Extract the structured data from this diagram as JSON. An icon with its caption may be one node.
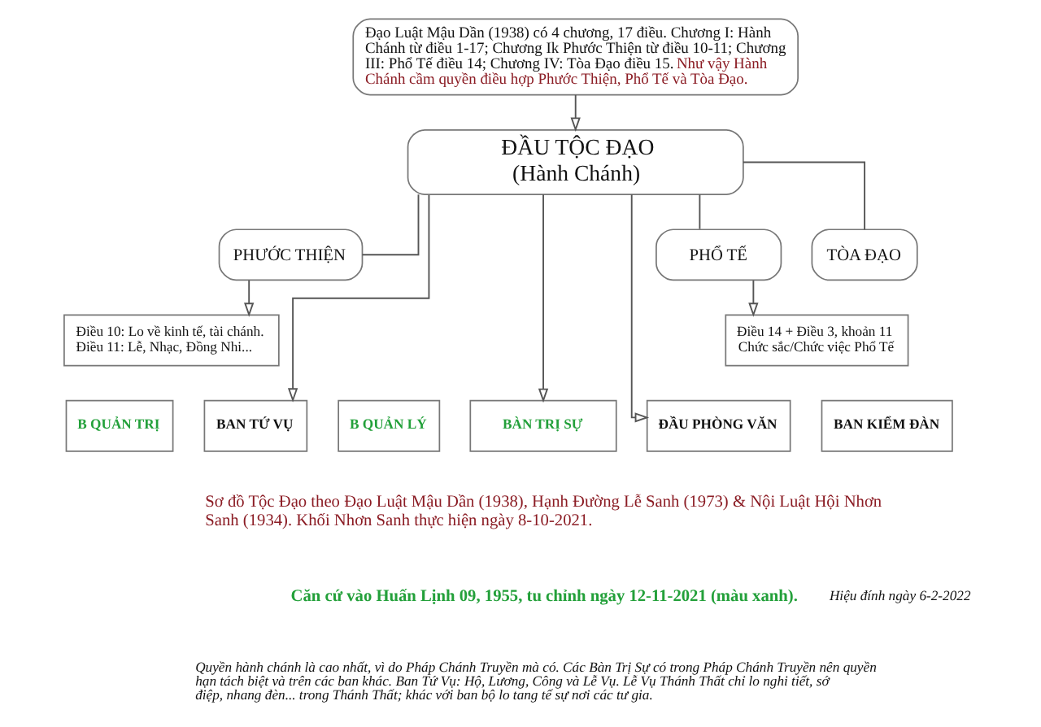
{
  "diagram": {
    "nodes": [
      {
        "text": [
          "Đạo Luật Mậu Dần (1938) có 4 chương, 17 điều. Chương I: Hành Chánh từ điều 1-17; Chương Ik Phước Thiện từ điều 10-11; Chương III: Phổ Tế điều 14; Chương IV: Tòa Đạo điều 15.",
          "Như vậy Hành Chánh cầm quyền điều hợp Phước Thiện, Phổ Tế và Tòa Đạo."
        ]
      },
      {
        "text": [
          "ĐẦU TỘC ĐẠO",
          "(Hành Chánh)"
        ]
      },
      {
        "text": [
          "PHƯỚC THIỆN"
        ]
      },
      {
        "text": [
          "PHỔ TẾ"
        ]
      },
      {
        "text": [
          "TÒA ĐẠO"
        ]
      },
      {
        "text": [
          "Điều 10: Lo về kinh tế, tài chánh.",
          "Điều 11: Lễ, Nhạc, Đồng Nhi..."
        ]
      },
      {
        "text": [
          "Điều 14 + Điều 3, khoản 11",
          "Chức sắc/Chức việc Phổ Tế"
        ]
      },
      {
        "text": [
          "B QUẢN TRỊ"
        ]
      },
      {
        "text": [
          "BAN TỨ VỤ"
        ]
      },
      {
        "text": [
          "B QUẢN LÝ"
        ]
      },
      {
        "text": [
          "BÀN TRỊ SỰ"
        ]
      },
      {
        "text": [
          "ĐẦU PHÒNG VĂN"
        ]
      },
      {
        "text": [
          "BAN KIỂM ĐÀN"
        ]
      }
    ],
    "edges": [
      {
        "from": 0,
        "to": 1,
        "arrow": "to"
      },
      {
        "from": 1,
        "to": 2,
        "arrow": "none"
      },
      {
        "from": 1,
        "to": 3,
        "arrow": "none"
      },
      {
        "from": 1,
        "to": 4,
        "arrow": "none"
      },
      {
        "from": 2,
        "to": 5,
        "arrow": "to"
      },
      {
        "from": 3,
        "to": 6,
        "arrow": "to"
      },
      {
        "from": 1,
        "to": 8,
        "arrow": "to"
      },
      {
        "from": 1,
        "to": 10,
        "arrow": "to"
      },
      {
        "from": 1,
        "to": 11,
        "arrow": "to"
      }
    ],
    "labels": [
      "Sơ đồ Tộc Đạo theo Đạo Luật Mậu Dần (1938), Hạnh Đường Lễ Sanh (1973) & Nội Luật Hội Nhơn Sanh (1934). Khối Nhơn Sanh thực hiện ngày 8-10-2021.",
      "Căn cứ vào Huấn Lịnh 09, 1955, tu chỉnh ngày 12-11-2021 (màu xanh).",
      "Hiệu đính ngày 6-2-2022",
      "Quyền hành chánh là cao nhất, vì do Pháp Chánh Truyền mà có. Các Bàn Trị Sự có trong Pháp Chánh Truyền nên quyền hạn tách biệt và trên các ban khác. Ban Tứ Vụ: Hộ, Lương, Công và Lễ Vụ. Lễ Vụ Thánh Thất chỉ lo nghi tiết, sớ điệp, nhang đèn... trong Thánh Thất; khác với ban bộ lo tang tế sự nơi các tư gia."
    ]
  }
}
